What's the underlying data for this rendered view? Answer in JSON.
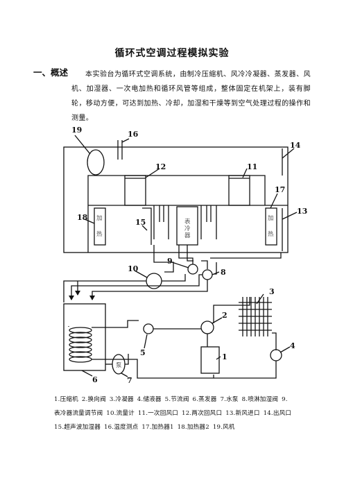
{
  "title": "循环式空调过程模拟实验",
  "section": {
    "heading": "一、概述"
  },
  "intro": "本实验台为循环式空调系统，由制冷压缩机、风冷冷凝器、蒸发器、风机、加湿器、一次电加热和循环风管等组成，整体固定在机架上，装有脚轮，移动方便，可达到加热、冷却，加湿和干燥等到空气处理过程的操作和测量。",
  "diagram": {
    "labels": [
      "19",
      "16",
      "14",
      "12",
      "11",
      "17",
      "18",
      "15",
      "13",
      "9",
      "10",
      "8",
      "3",
      "2",
      "4",
      "1",
      "5",
      "6",
      "7"
    ],
    "heater1_chars": [
      "加",
      "热"
    ],
    "heater2_chars": [
      "加",
      "热"
    ],
    "cooler_chars": [
      "表",
      "冷",
      "器"
    ],
    "pump_char": "泵"
  },
  "caption": "1.压缩机 2.换向阀 3.冷凝器 4.储液器 5.节流阀 6.蒸发器 7.水泵 8.喷淋加湿阀 9.表冷器流量调节阀 10.流量计 11.一次回风口 12.两次回风口 13.新风进口 14.出风口 15.超声波加湿器 16.温度测点 17.加热器1 18.加热器2 19.风机"
}
